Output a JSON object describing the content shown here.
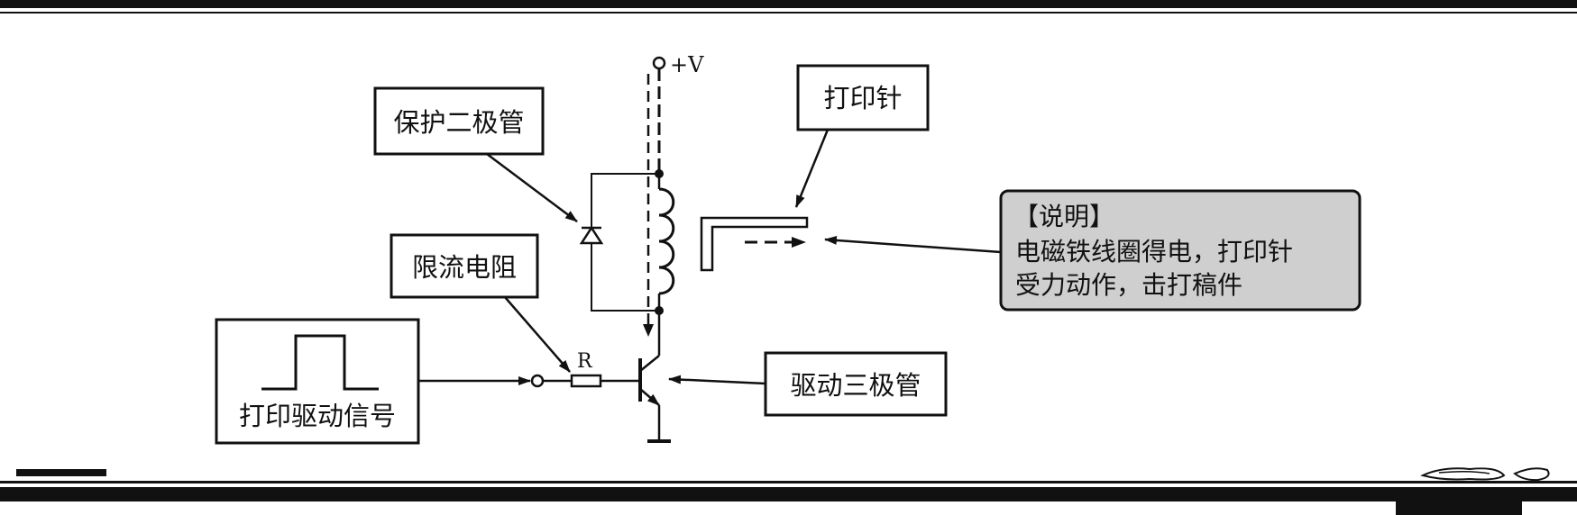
{
  "labels": {
    "supply": "+V",
    "diode": "保护二极管",
    "resistor": "限流电阻",
    "resistor_symbol": "R",
    "signal": "打印驱动信号",
    "transistor": "驱动三极管",
    "pin": "打印针"
  },
  "note": {
    "title": "【说明】",
    "line1": "电磁铁线圈得电，打印针",
    "line2": "受力动作，击打稿件"
  },
  "colors": {
    "line": "#111111",
    "note_fill": "#cfcfcf",
    "background": "#ffffff"
  }
}
